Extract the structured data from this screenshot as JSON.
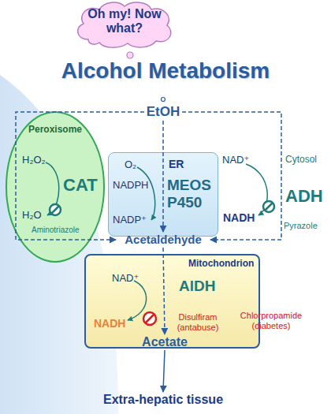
{
  "diagram": {
    "title": "Alcohol Metabolism",
    "nodes": [
      {
        "text": [
          "Oh my! Now what?"
        ]
      },
      {
        "text": [
          "EtOH"
        ]
      },
      {
        "text": [
          "Peroxisome",
          "H₂O₂",
          "CAT",
          "H₂O",
          "Aminotriazole"
        ]
      },
      {
        "text": [
          "O₂",
          "ER",
          "NADPH",
          "MEOS P450",
          "NADP⁺"
        ]
      },
      {
        "text": [
          "Acetaldehyde"
        ]
      },
      {
        "text": [
          "Mitochondrion",
          "NAD⁺",
          "AlDH",
          "NADH",
          "Disulfiram (antabuse)"
        ]
      },
      {
        "text": [
          "Acetate"
        ],
        "in": 5
      },
      {
        "text": [
          "Extra-hepatic tissue"
        ]
      }
    ],
    "edges": [
      {
        "from": 1,
        "to": 4,
        "arrow": "to"
      },
      {
        "from": 1,
        "to": 4,
        "arrow": "to"
      },
      {
        "from": 1,
        "to": 4,
        "arrow": "to"
      },
      {
        "from": 4,
        "to": 6,
        "arrow": "to"
      },
      {
        "from": 6,
        "to": 7,
        "arrow": "to"
      }
    ],
    "labels": [
      "Cytosol",
      "NAD⁺",
      "ADH",
      "NADH",
      "Pyrazole",
      "Chlorpropamide (diabetes)"
    ]
  }
}
